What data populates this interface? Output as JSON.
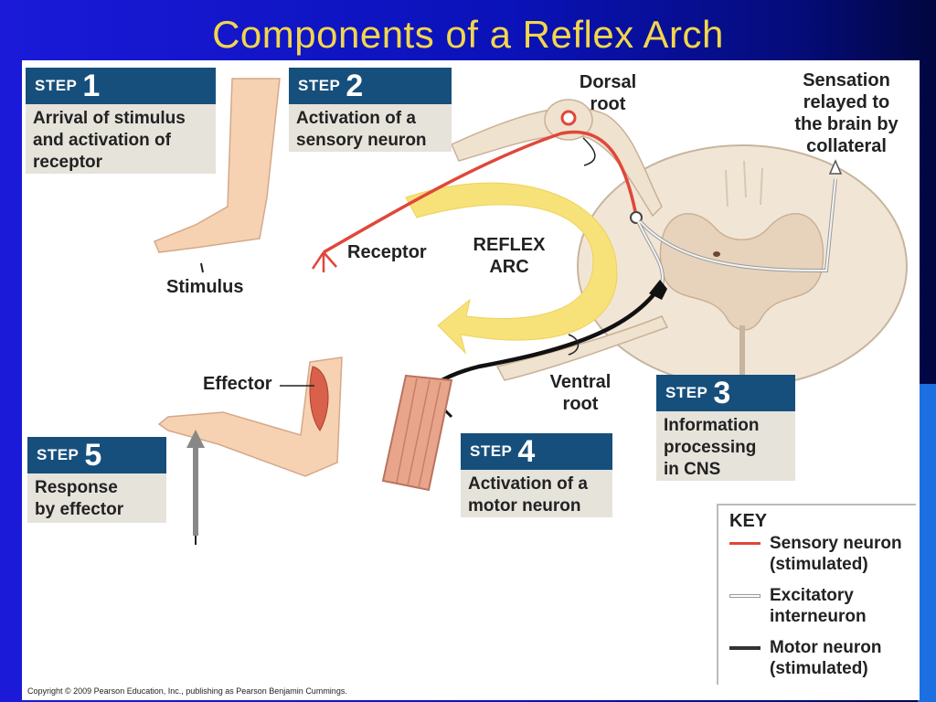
{
  "title": "Components of a Reflex Arch",
  "steps": [
    {
      "word": "STEP",
      "num": "1",
      "text": "Arrival of stimulus\nand activation of\nreceptor"
    },
    {
      "word": "STEP",
      "num": "2",
      "text": "Activation of a\nsensory neuron"
    },
    {
      "word": "STEP",
      "num": "3",
      "text": "Information\nprocessing\nin CNS"
    },
    {
      "word": "STEP",
      "num": "4",
      "text": "Activation of a\nmotor neuron"
    },
    {
      "word": "STEP",
      "num": "5",
      "text": "Response\nby effector"
    }
  ],
  "labels": {
    "dorsal_root": "Dorsal\nroot",
    "sensation": "Sensation\nrelayed to\nthe brain by\ncollateral",
    "receptor": "Receptor",
    "reflex_arc": "REFLEX\nARC",
    "stimulus": "Stimulus",
    "effector": "Effector",
    "ventral_root": "Ventral\nroot"
  },
  "key": {
    "title": "KEY",
    "items": [
      {
        "label": "Sensory neuron\n(stimulated)",
        "color": "#e0473a"
      },
      {
        "label": "Excitatory\ninterneuron",
        "color": "#bdbdbd"
      },
      {
        "label": "Motor neuron\n(stimulated)",
        "color": "#333333"
      }
    ]
  },
  "copyright": "Copyright © 2009 Pearson Education, Inc., publishing as Pearson Benjamin Cummings.",
  "colors": {
    "title": "#f2d64b",
    "step_header": "#164f7c",
    "step_body": "#e6e3db",
    "sensory": "#e0473a",
    "arc_arrow": "#f7e27a",
    "skin": "#f6d2b2",
    "cord": "#f1e6d6"
  }
}
